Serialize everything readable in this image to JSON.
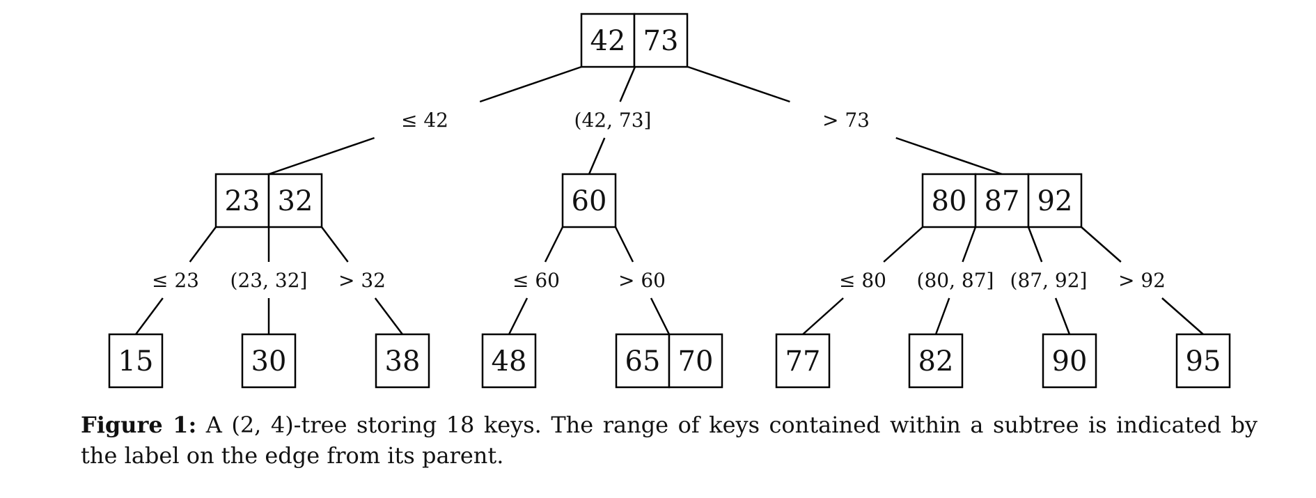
{
  "tree": {
    "nodes": [
      {
        "id": "root",
        "keys": [
          "42",
          "73"
        ]
      },
      {
        "id": "n1",
        "keys": [
          "23",
          "32"
        ]
      },
      {
        "id": "n2",
        "keys": [
          "60"
        ]
      },
      {
        "id": "n3",
        "keys": [
          "80",
          "87",
          "92"
        ]
      },
      {
        "id": "l1",
        "keys": [
          "15"
        ]
      },
      {
        "id": "l2",
        "keys": [
          "30"
        ]
      },
      {
        "id": "l3",
        "keys": [
          "38"
        ]
      },
      {
        "id": "l4",
        "keys": [
          "48"
        ]
      },
      {
        "id": "l5",
        "keys": [
          "65",
          "70"
        ]
      },
      {
        "id": "l6",
        "keys": [
          "77"
        ]
      },
      {
        "id": "l7",
        "keys": [
          "82"
        ]
      },
      {
        "id": "l8",
        "keys": [
          "90"
        ]
      },
      {
        "id": "l9",
        "keys": [
          "95"
        ]
      }
    ],
    "edges": [
      {
        "from": "root",
        "to": "n1",
        "label": "≤ 42"
      },
      {
        "from": "root",
        "to": "n2",
        "label": "(42, 73]"
      },
      {
        "from": "root",
        "to": "n3",
        "label": "> 73"
      },
      {
        "from": "n1",
        "to": "l1",
        "label": "≤ 23"
      },
      {
        "from": "n1",
        "to": "l2",
        "label": "(23, 32]"
      },
      {
        "from": "n1",
        "to": "l3",
        "label": "> 32"
      },
      {
        "from": "n2",
        "to": "l4",
        "label": "≤ 60"
      },
      {
        "from": "n2",
        "to": "l5",
        "label": "> 60"
      },
      {
        "from": "n3",
        "to": "l6",
        "label": "≤ 80"
      },
      {
        "from": "n3",
        "to": "l7",
        "label": "(80, 87]"
      },
      {
        "from": "n3",
        "to": "l8",
        "label": "(87, 92]"
      },
      {
        "from": "n3",
        "to": "l9",
        "label": "> 92"
      }
    ]
  },
  "caption": {
    "label": "Figure 1:",
    "text": "A (2, 4)-tree storing 18 keys. The range of keys contained within a subtree is indicated by the label on the edge from its parent."
  }
}
